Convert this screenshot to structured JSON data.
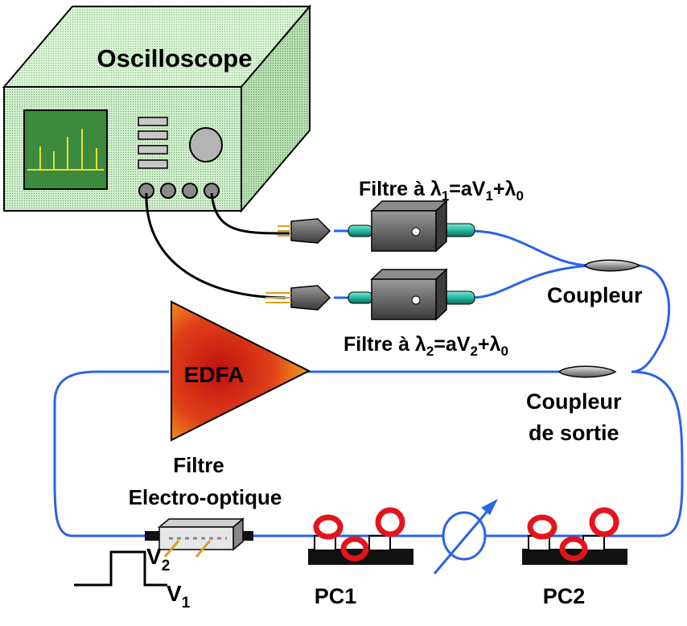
{
  "oscilloscope": {
    "title": "Oscilloscope"
  },
  "filters": {
    "top": {
      "prefix": "Filtre à λ",
      "sub1": "1",
      "mid1": "=aV",
      "sub2": "1",
      "mid2": "+λ",
      "sub3": "0"
    },
    "bottom": {
      "prefix": "Filtre à λ",
      "sub1": "2",
      "mid1": "=aV",
      "sub2": "2",
      "mid2": "+λ",
      "sub3": "0"
    }
  },
  "coupler": {
    "label": "Coupleur"
  },
  "output_coupler": {
    "line1": "Coupleur",
    "line2": "de sortie"
  },
  "amplifier": {
    "label": "EDFA"
  },
  "eo_filter": {
    "line1": "Filtre",
    "line2": "Electro-optique"
  },
  "controllers": {
    "pc1": "PC1",
    "pc2": "PC2"
  },
  "signal": {
    "v2_letter": "V",
    "v2_sub": "2",
    "v1_letter": "V",
    "v1_sub": "1"
  },
  "colors": {
    "fiber": "#2a62e8",
    "scope_body": "#c8f0c4",
    "screen": "#3c8a3e",
    "ring": "#e3141c"
  }
}
